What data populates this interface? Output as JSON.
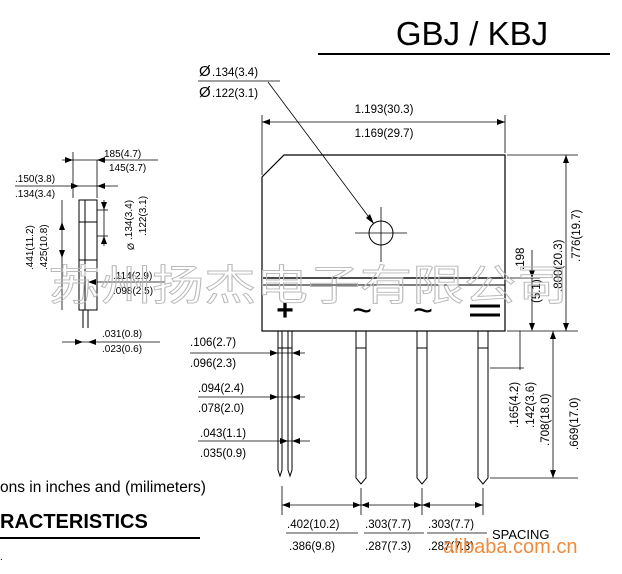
{
  "title": "GBJ / KBJ",
  "hole_dia_max": ".134(3.4)",
  "hole_dia_min": ".122(3.1)",
  "hole_dia_symbol": "Ø",
  "body_width_max": "1.193(30.3)",
  "body_width_min": "1.169(29.7)",
  "height_upper": ".198",
  "height_upper_mm": "(5.1)",
  "body_height_max": ".800(20.3)",
  "body_height_min": ".776(19.7)",
  "lead_len_a": ".165(4.2)",
  "lead_len_b": ".142(3.6)",
  "lead_len_c": ".708(18.0)",
  "lead_len_d": ".669(17.0)",
  "pin_plus": "+",
  "pin_ac1": "~",
  "pin_ac2": "~",
  "pin_minus": "=",
  "lead_w1_max": ".106(2.7)",
  "lead_w1_min": ".096(2.3)",
  "lead_w2_max": ".094(2.4)",
  "lead_w2_min": ".078(2.0)",
  "lead_t_max": ".043(1.1)",
  "lead_t_min": ".035(0.9)",
  "pitch1_max": ".402(10.2)",
  "pitch1_min": ".386(9.8)",
  "pitch2_max": ".303(7.7)",
  "pitch2_min": ".287(7.3)",
  "pitch3_max": ".303(7.7)",
  "pitch3_min": ".287(7.3)",
  "spacing": "SPACING",
  "side_top_max": "185(4.7)",
  "side_top_min": "145(3.7)",
  "side_left_max": ".150(3.8)",
  "side_left_min": ".134(3.4)",
  "side_h_max": ".441(11.2)",
  "side_h_min": ".425(10.8)",
  "side_hole_max": ".134(3.4)",
  "side_hole_min": ".122(3.1)",
  "side_off_max": ".114(2.9)",
  "side_off_min": ".098(2.5)",
  "side_lead_max": ".031(0.8)",
  "side_lead_min": ".023(0.6)",
  "note_text": "ons in inches and (milimeters)",
  "heading_text": "RACTERISTICS",
  "stray_text": ".",
  "watermark_cn": "苏州扬杰电子有限公司",
  "watermark_site": "alibaba.com.cn",
  "colors": {
    "line": "#000000",
    "watermark": "#b8b8b8",
    "brand": "#f08a3c"
  }
}
